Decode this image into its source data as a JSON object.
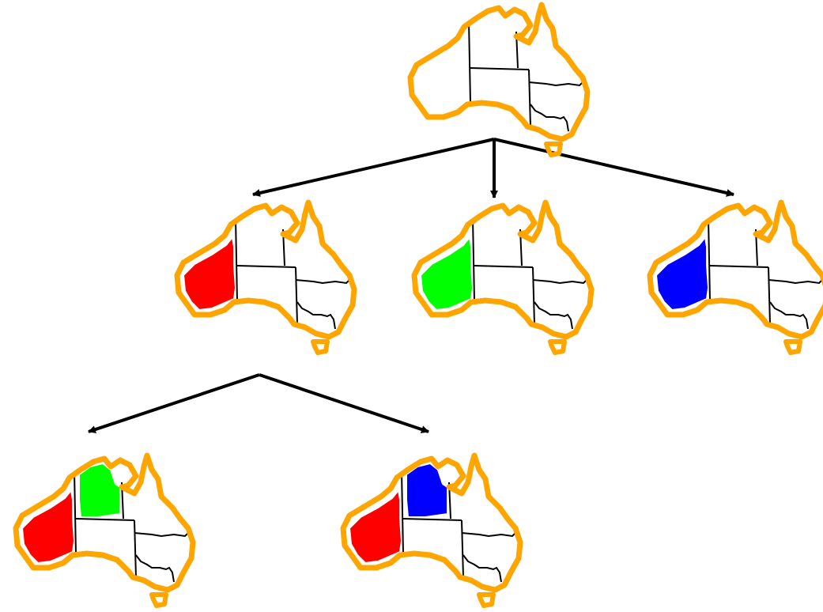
{
  "colors": {
    "outline": "#FFA500",
    "borders": "#000000",
    "arrows": "#000000",
    "background": "#FFFFFF",
    "red": "#FF0000",
    "green": "#00FF00",
    "blue": "#0000FF"
  },
  "tree": {
    "root": {
      "wa": null,
      "nt": null
    },
    "level1": [
      {
        "wa": "red",
        "nt": null
      },
      {
        "wa": "green",
        "nt": null
      },
      {
        "wa": "blue",
        "nt": null
      }
    ],
    "level2_children_of_red": [
      {
        "wa": "red",
        "nt": "green"
      },
      {
        "wa": "red",
        "nt": "blue"
      }
    ]
  }
}
